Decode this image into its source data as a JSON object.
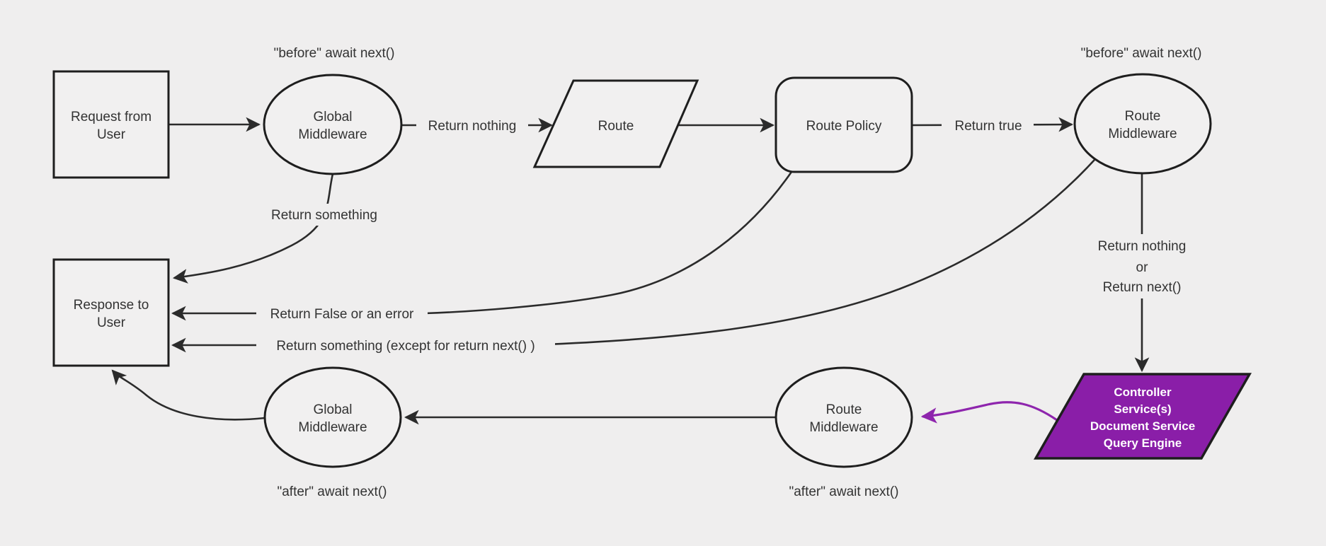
{
  "colors": {
    "background": "#efeeee",
    "node_fill": "#f1f0f0",
    "node_stroke": "#1e1e1e",
    "edge": "#2b2b2b",
    "label_text": "#333333",
    "purple_fill": "#8a1ea8",
    "purple_edge": "#8e25ad",
    "purple_node_text": "#ffffff"
  },
  "nodes": {
    "request_from_user": {
      "line1": "Request from",
      "line2": "User"
    },
    "global_middleware_top": {
      "line1": "Global",
      "line2": "Middleware"
    },
    "route": {
      "label": "Route"
    },
    "route_policy": {
      "label": "Route Policy"
    },
    "route_middleware_top": {
      "line1": "Route",
      "line2": "Middleware"
    },
    "controller_block": {
      "line1": "Controller",
      "line2": "Service(s)",
      "line3": "Document Service",
      "line4": "Query Engine"
    },
    "route_middleware_bottom": {
      "line1": "Route",
      "line2": "Middleware"
    },
    "global_middleware_bottom": {
      "line1": "Global",
      "line2": "Middleware"
    },
    "response_to_user": {
      "line1": "Response to",
      "line2": "User"
    }
  },
  "edge_labels": {
    "before_await_next_left": "\"before\" await next()",
    "before_await_next_right": "\"before\" await next()",
    "return_nothing": "Return nothing",
    "return_true": "Return true",
    "return_something": "Return something",
    "return_false_or_error": "Return False or an error",
    "return_something_except": "Return something (except for return next() )",
    "return_nothing_or_1": "Return nothing",
    "return_nothing_or_2": "or",
    "return_nothing_or_3": "Return next()",
    "after_await_next_left": "\"after\" await next()",
    "after_await_next_middle": "\"after\" await next()"
  }
}
